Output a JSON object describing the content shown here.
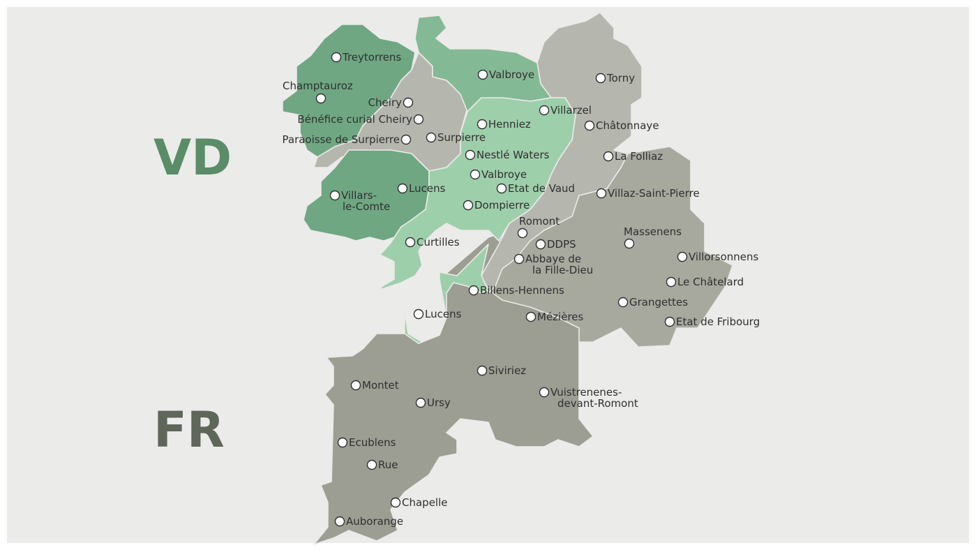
{
  "colors": {
    "background": "#ebebe9",
    "vd_label": "#5a8c68",
    "fr_label": "#5f665a",
    "region_vd_dark": "#6fa783",
    "region_vd_mid": "#84b995",
    "region_light_green": "#9ecfab",
    "region_grey_light": "#b5b7ae",
    "region_grey_mid": "#a7a99f",
    "region_grey_dark": "#9c9e94",
    "dot_fill": "#ffffff",
    "dot_stroke": "#2f2f2f",
    "text": "#2f2f2f"
  },
  "canton_labels": {
    "vd": "VD",
    "fr": "FR"
  },
  "places": [
    {
      "id": "treytorrens",
      "label": "Treytorrens",
      "region": "vd"
    },
    {
      "id": "valbroye-north",
      "label": "Valbroye",
      "region": "vd"
    },
    {
      "id": "torny",
      "label": "Torny",
      "region": "fr"
    },
    {
      "id": "champtauroz",
      "label": "Champtauroz",
      "region": "vd"
    },
    {
      "id": "cheiry",
      "label": "Cheiry",
      "region": "fr"
    },
    {
      "id": "benefice-curial-cheiry",
      "label": "Bénéfice curial Cheiry",
      "region": "fr"
    },
    {
      "id": "villarzel",
      "label": "Villarzel",
      "region": "vd"
    },
    {
      "id": "henniez",
      "label": "Henniez",
      "region": "vd"
    },
    {
      "id": "chatonnaye",
      "label": "Châtonnaye",
      "region": "fr"
    },
    {
      "id": "paraoisse-de-surpierre",
      "label": "Paraoisse de Surpierre",
      "region": "fr"
    },
    {
      "id": "surpierre",
      "label": "Surpierre",
      "region": "fr"
    },
    {
      "id": "nestle-waters",
      "label": "Nestlé Waters",
      "region": "vd"
    },
    {
      "id": "la-folliaz",
      "label": "La Folliaz",
      "region": "fr"
    },
    {
      "id": "valbroye-south",
      "label": "Valbroye",
      "region": "vd"
    },
    {
      "id": "villars-le-comte",
      "label": [
        "Villars-",
        "le-Comte"
      ],
      "region": "vd"
    },
    {
      "id": "lucens-north",
      "label": "Lucens",
      "region": "vd"
    },
    {
      "id": "etat-de-vaud",
      "label": "Etat de Vaud",
      "region": "vd"
    },
    {
      "id": "villaz-saint-pierre",
      "label": "Villaz-Saint-Pierre",
      "region": "fr"
    },
    {
      "id": "dompierre",
      "label": "Dompierre",
      "region": "vd"
    },
    {
      "id": "romont",
      "label": "Romont",
      "region": "fr"
    },
    {
      "id": "massenens",
      "label": "Massenens",
      "region": "fr"
    },
    {
      "id": "curtilles",
      "label": "Curtilles",
      "region": "vd"
    },
    {
      "id": "ddps",
      "label": "DDPS",
      "region": "fr"
    },
    {
      "id": "villorsonnens",
      "label": "Villorsonnens",
      "region": "fr"
    },
    {
      "id": "abbaye-fille-dieu",
      "label": [
        "Abbaye de",
        "la Fille-Dieu"
      ],
      "region": "fr"
    },
    {
      "id": "le-chatelard",
      "label": "Le Châtelard",
      "region": "fr"
    },
    {
      "id": "billens-hennens",
      "label": "Billens-Hennens",
      "region": "fr"
    },
    {
      "id": "grangettes",
      "label": "Grangettes",
      "region": "fr"
    },
    {
      "id": "lucens-south",
      "label": "Lucens",
      "region": "vd"
    },
    {
      "id": "mezieres",
      "label": "Mézières",
      "region": "fr"
    },
    {
      "id": "etat-de-fribourg",
      "label": "Etat de Fribourg",
      "region": "fr"
    },
    {
      "id": "siviriez",
      "label": "Siviriez",
      "region": "fr"
    },
    {
      "id": "montet",
      "label": "Montet",
      "region": "fr"
    },
    {
      "id": "vuistrenenes-devant-romont",
      "label": [
        "Vuistrenenes-",
        "devant-Romont"
      ],
      "region": "fr"
    },
    {
      "id": "ursy",
      "label": "Ursy",
      "region": "fr"
    },
    {
      "id": "ecublens",
      "label": "Ecublens",
      "region": "fr"
    },
    {
      "id": "rue",
      "label": "Rue",
      "region": "fr"
    },
    {
      "id": "chapelle",
      "label": "Chapelle",
      "region": "fr"
    },
    {
      "id": "auborange",
      "label": "Auborange",
      "region": "fr"
    }
  ]
}
